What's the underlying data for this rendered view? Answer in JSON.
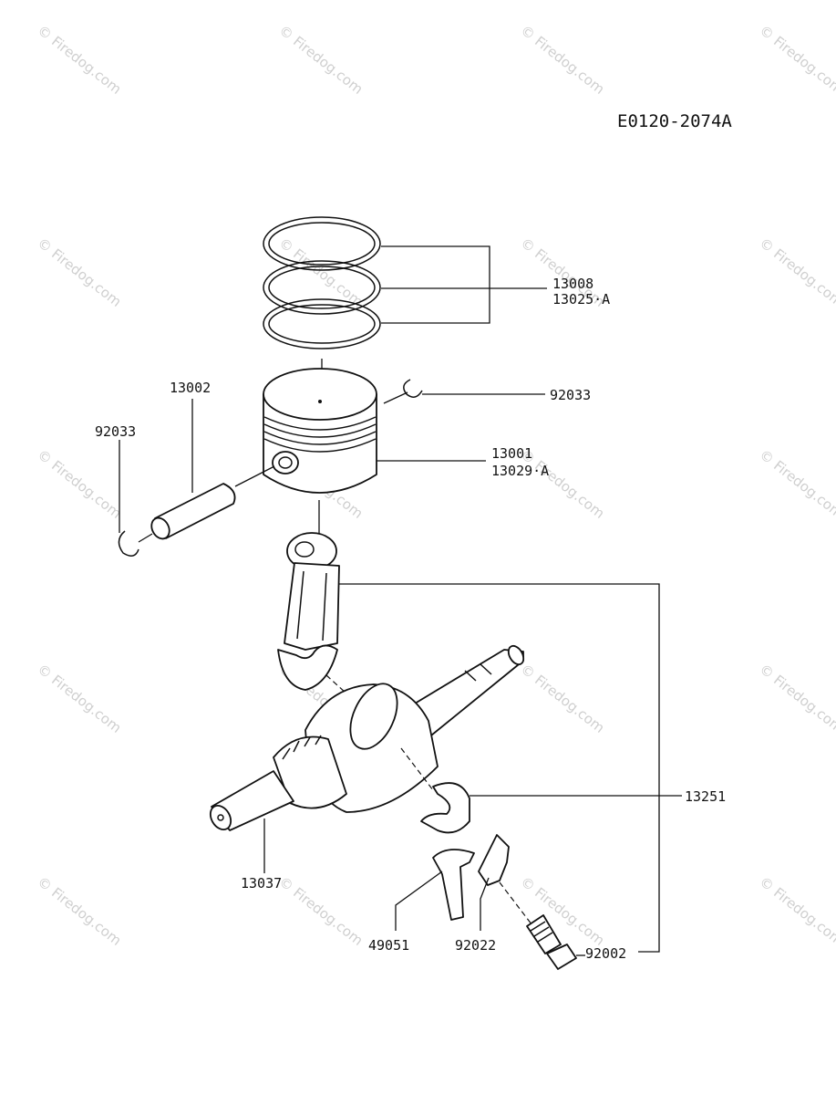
{
  "diagram": {
    "code": "E0120-2074A",
    "watermark": "© Firedog.com",
    "callouts": {
      "ring_set": "13008",
      "ring_set_alt": "13025·A",
      "circlip_right": "92033",
      "piston_pin": "13002",
      "circlip_left": "92033",
      "piston": "13001",
      "piston_alt": "13029·A",
      "connecting_rod": "13251",
      "crankshaft": "13037",
      "oil_dipper": "49051",
      "lock_plate": "92022",
      "rod_bolt": "92002"
    }
  }
}
